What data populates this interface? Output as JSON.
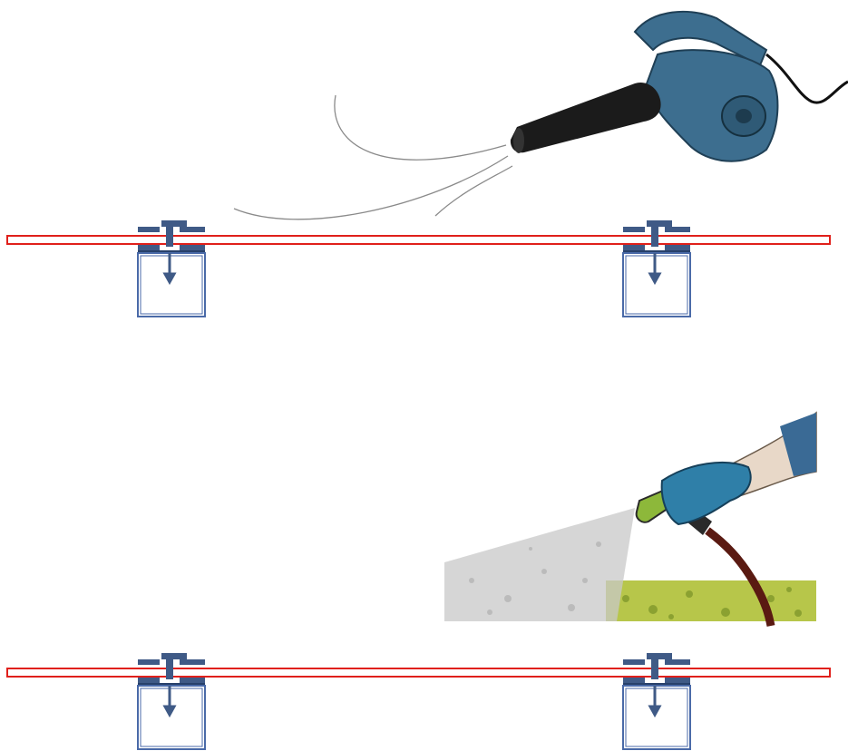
{
  "colors": {
    "pipe_fill": "#ffffff",
    "pipe_stroke": "#e0201b",
    "fitting_fill": "#3f5a86",
    "fitting_stroke": "#27406a",
    "box_stroke": "#4a6aa8",
    "arrow": "#3f5a86",
    "airflow": "#8a8a8a",
    "blower_body": "#3d6e8f",
    "nozzle": "#1b1b1b",
    "cord": "#111111",
    "spray": "#c8c8c8",
    "glove": "#2f7fa8",
    "hose": "#5a1a12",
    "grass": "#b7c64a"
  },
  "icons": {
    "top_tool": "leaf-blower-icon",
    "bottom_tool": "garden-hose-spray-icon"
  },
  "panels": [
    {
      "id": "air",
      "tool": "blower"
    },
    {
      "id": "water",
      "tool": "hose"
    }
  ]
}
